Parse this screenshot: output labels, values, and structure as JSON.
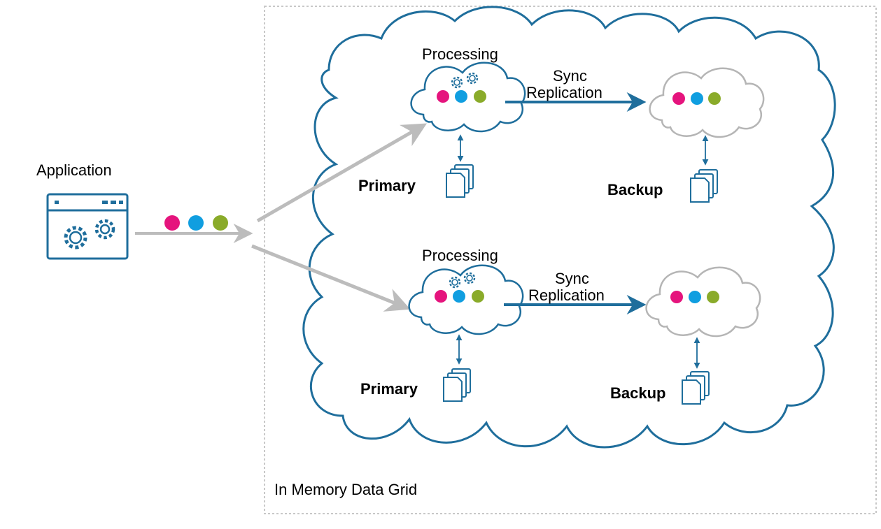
{
  "application": {
    "label": "Application",
    "icon": "browser-settings-icon"
  },
  "grid": {
    "label": "In Memory Data Grid"
  },
  "partitions": [
    {
      "processing_label": "Processing",
      "sync_label_line1": "Sync",
      "sync_label_line2": "Replication",
      "primary_label": "Primary",
      "backup_label": "Backup"
    },
    {
      "processing_label": "Processing",
      "sync_label_line1": "Sync",
      "sync_label_line2": "Replication",
      "primary_label": "Primary",
      "backup_label": "Backup"
    }
  ],
  "colors": {
    "accent": "#1f6e9c",
    "magenta": "#e5147d",
    "blue": "#109ee0",
    "green": "#8aab2a",
    "gray_arrow": "#bcbcbc",
    "backup_outline": "#b5b5b5",
    "grid_border": "#c8c8c8"
  }
}
